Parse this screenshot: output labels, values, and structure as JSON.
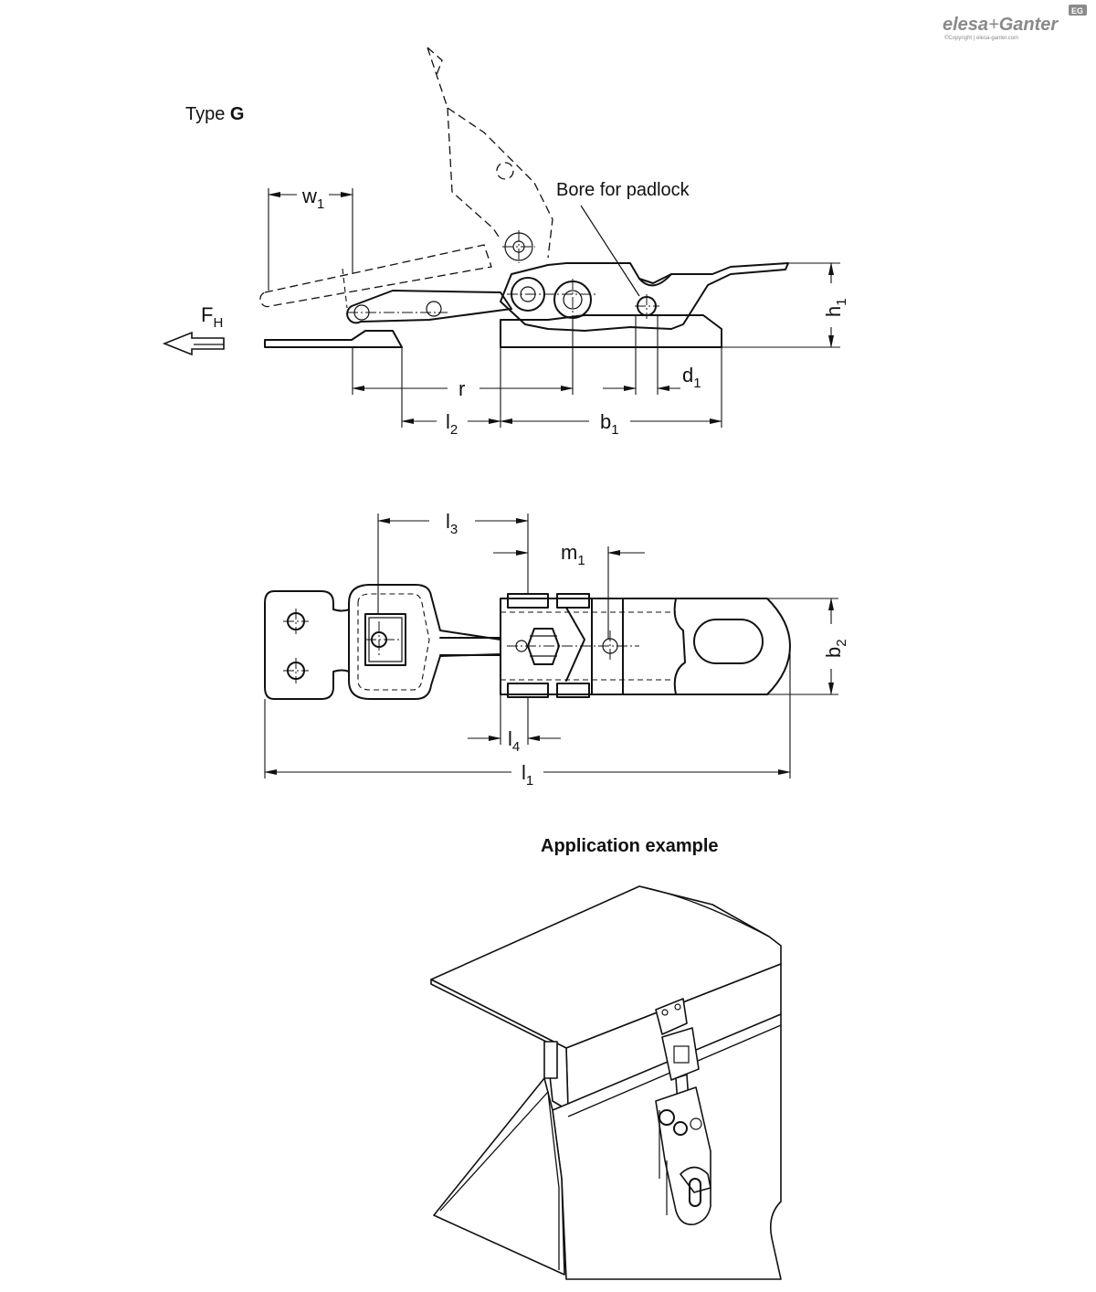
{
  "brand": {
    "logo_part1": "elesa",
    "logo_plus": "+",
    "logo_part2": "Ganter",
    "badge": "EG",
    "copyright": "©Copyright | elesa-ganter.com"
  },
  "side_view": {
    "type_prefix": "Type ",
    "type_letter": "G",
    "note": "Bore for padlock",
    "labels": {
      "w": "w",
      "w_sub": "1",
      "F": "F",
      "F_sub": "H",
      "h": "h",
      "h_sub": "1",
      "r": "r",
      "d": "d",
      "d_sub": "1",
      "l2": "l",
      "l2_sub": "2",
      "b1": "b",
      "b1_sub": "1"
    }
  },
  "top_view": {
    "labels": {
      "l3": "l",
      "l3_sub": "3",
      "m": "m",
      "m_sub": "1",
      "b2": "b",
      "b2_sub": "2",
      "l4": "l",
      "l4_sub": "4",
      "l1": "l",
      "l1_sub": "1"
    }
  },
  "application": {
    "title": "Application example"
  },
  "icons": {
    "arrow": "force-arrow-icon"
  }
}
